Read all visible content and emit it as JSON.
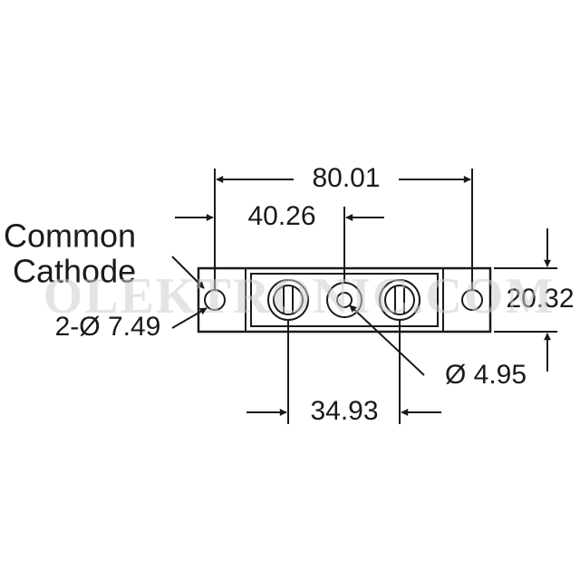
{
  "dimensions": {
    "overall_width": "80.01",
    "mount_to_center": "40.26",
    "height": "20.32",
    "terminal_spacing": "34.93",
    "center_hole": "Ø 4.95",
    "mount_holes": "2-Ø 7.49"
  },
  "labels": {
    "common_line1": "Common",
    "common_line2": "Cathode"
  },
  "watermark": "OLEKTRONIC.COM",
  "colors": {
    "line": "#1a1a1a",
    "watermark": "#cfcfcf"
  }
}
